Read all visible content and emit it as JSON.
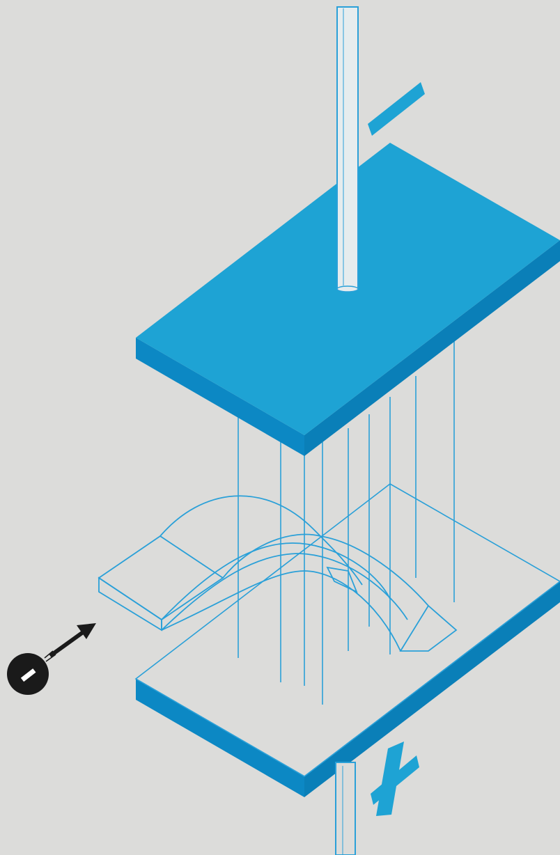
{
  "colors": {
    "background": "#dcdcda",
    "plate_top": "#1ea3d4",
    "plate_side": "#0c88c4",
    "line": "#2aa0d8",
    "electron": "#1a1a1a",
    "rod": "#e8eef0"
  },
  "symbols": {
    "negative_terminal": "minus-sign",
    "positive_terminal": "plus-sign",
    "electron": "electron-with-negative-sign"
  }
}
